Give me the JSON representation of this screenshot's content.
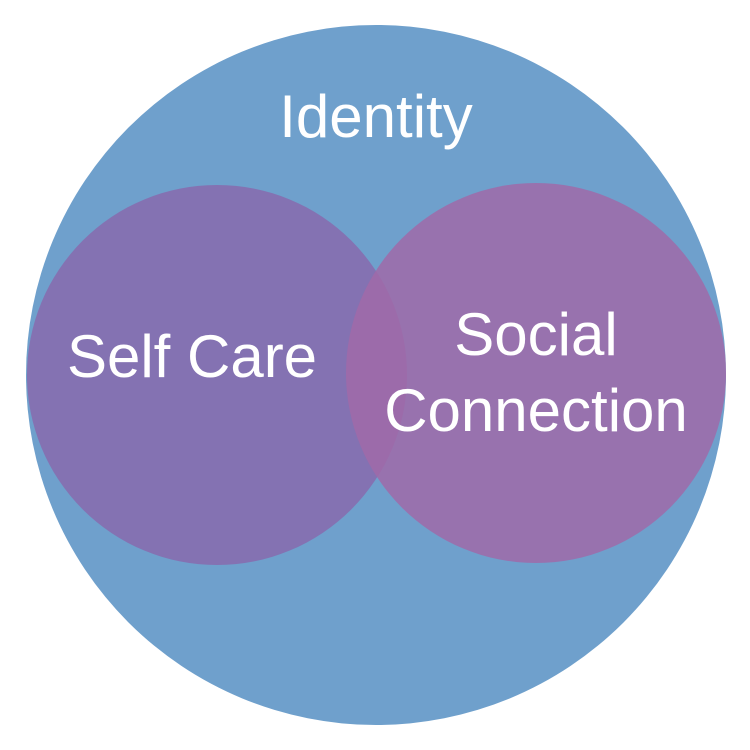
{
  "diagram": {
    "outer": {
      "label": "Identity",
      "color": "#6fa0cc"
    },
    "left": {
      "label": "Self Care",
      "color": "#8570b0"
    },
    "right": {
      "label_line1": "Social",
      "label_line2": "Connection",
      "color": "#a06aa8"
    },
    "background": "#ffffff"
  }
}
